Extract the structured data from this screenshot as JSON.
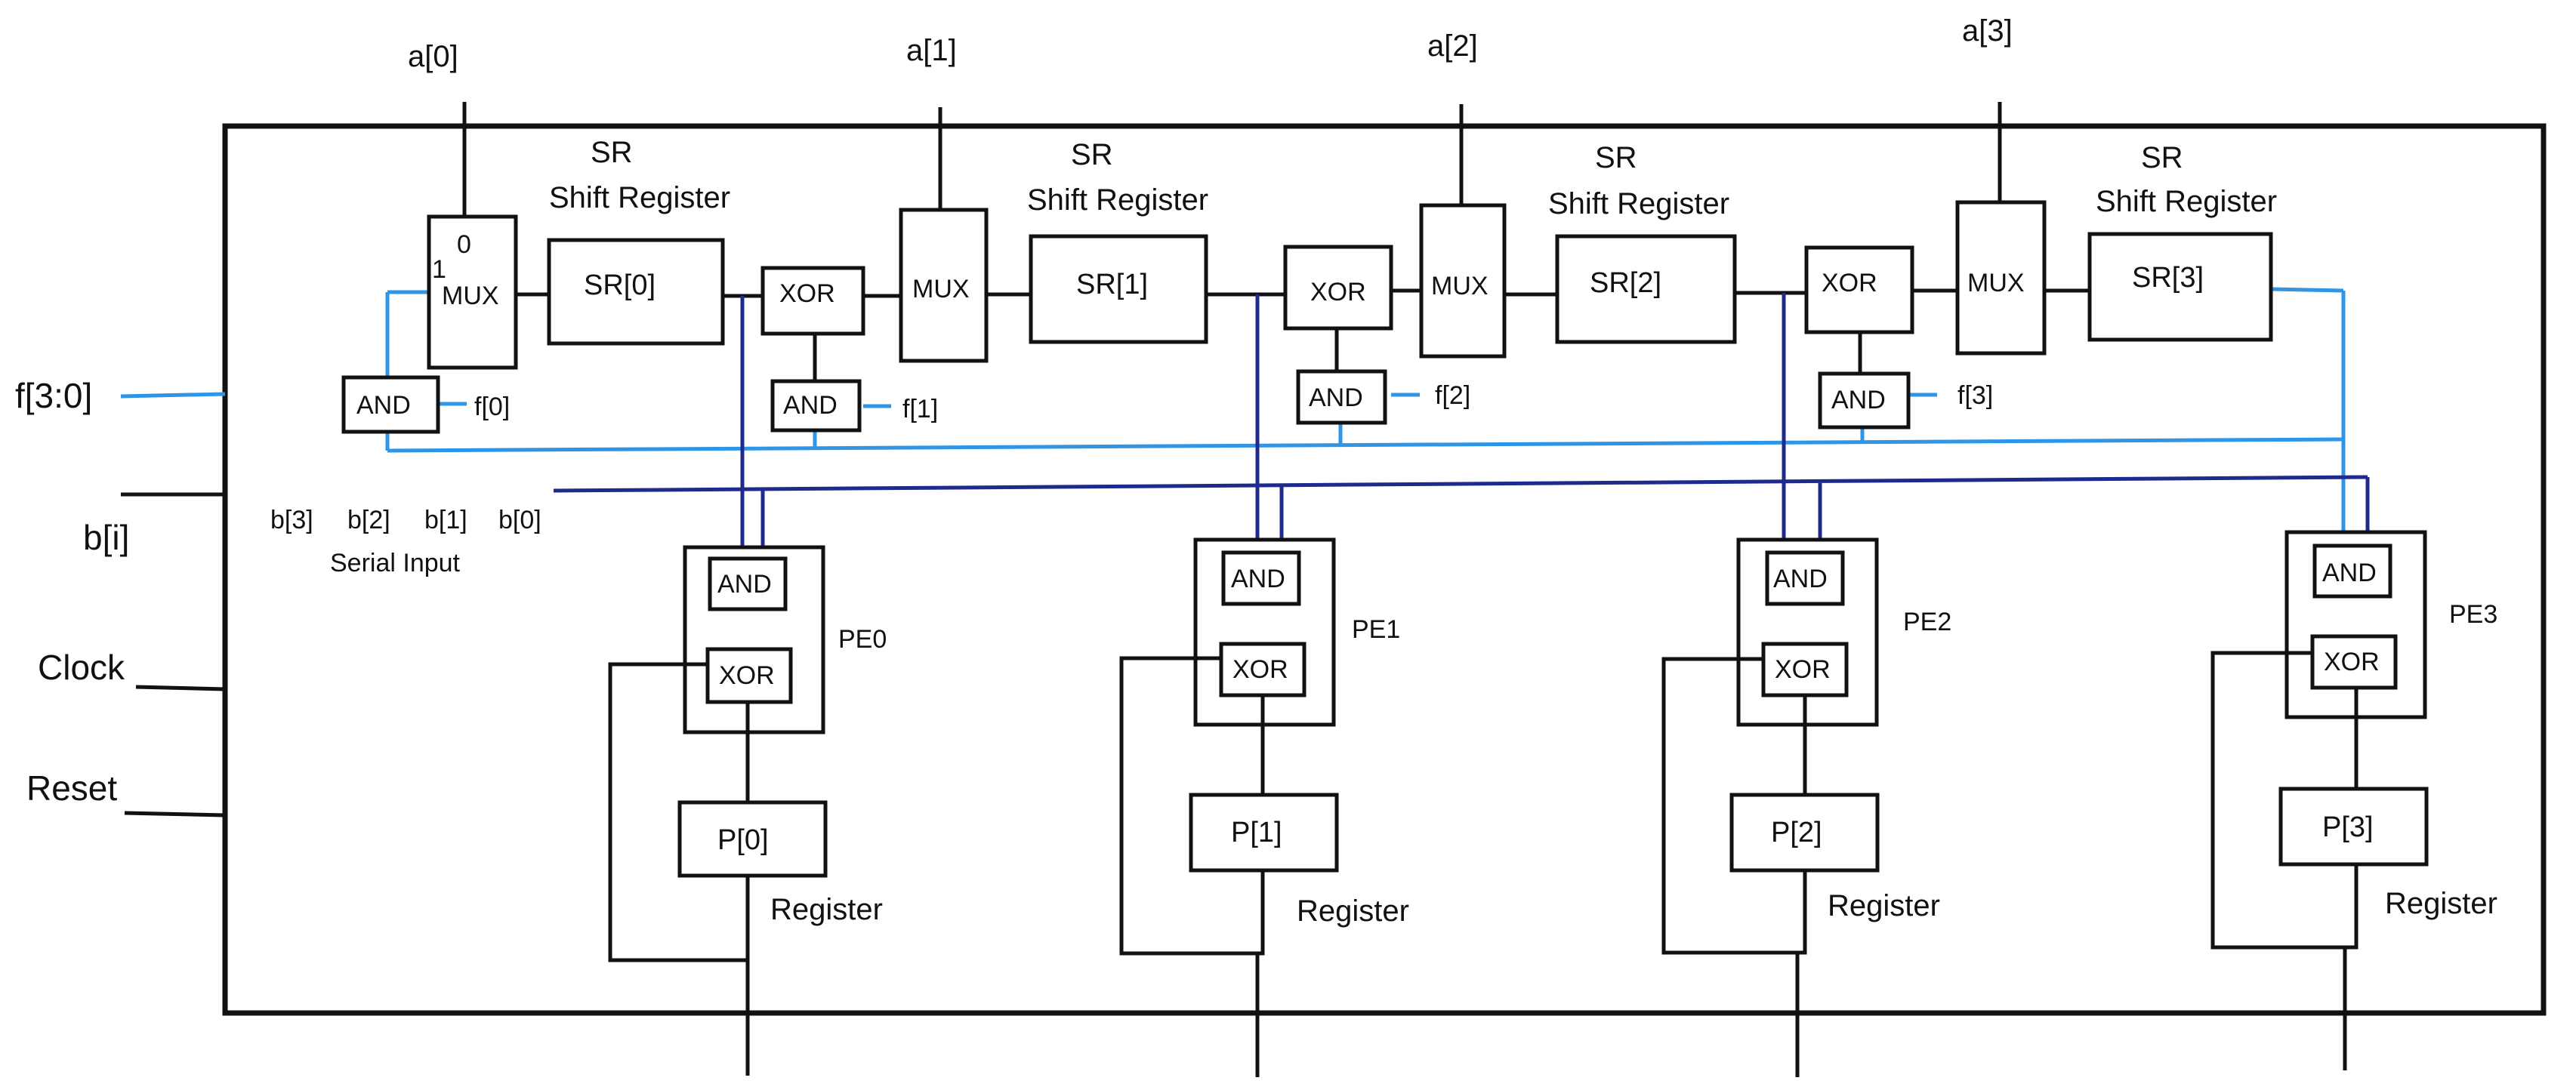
{
  "inputs": {
    "a0": "a[0]",
    "a1": "a[1]",
    "a2": "a[2]",
    "a3": "a[3]",
    "f": "f[3:0]",
    "b": "b[i]",
    "clock": "Clock",
    "reset": "Reset"
  },
  "shift_registers": {
    "sr_label": "SR",
    "sr_desc": "Shift Register",
    "cells": [
      "SR[0]",
      "SR[1]",
      "SR[2]",
      "SR[3]"
    ]
  },
  "gates": {
    "mux": "MUX",
    "xor": "XOR",
    "and": "AND"
  },
  "mux_inputs": {
    "zero": "0",
    "one": "1"
  },
  "f_bits": [
    "f[0]",
    "f[1]",
    "f[2]",
    "f[3]"
  ],
  "serial_input": {
    "bits": [
      "b[3]",
      "b[2]",
      "b[1]",
      "b[0]"
    ],
    "label": "Serial Input"
  },
  "pe_labels": [
    "PE0",
    "PE1",
    "PE2",
    "PE3"
  ],
  "p_registers": [
    "P[0]",
    "P[1]",
    "P[2]",
    "P[3]"
  ],
  "register_label": "Register",
  "colors": {
    "wire": "#111111",
    "f_bus": "#2f95e6",
    "b_bus": "#1e2a8c"
  }
}
